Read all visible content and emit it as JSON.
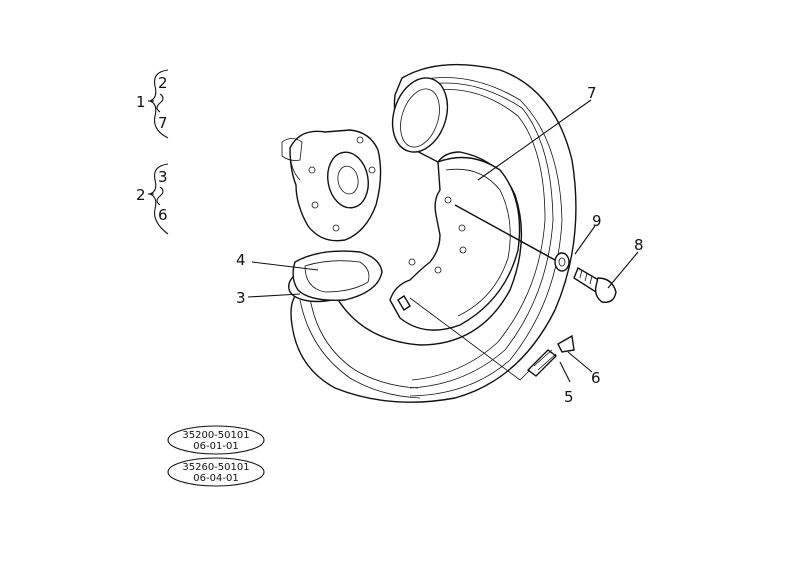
{
  "groups": [
    {
      "number": "1",
      "items": [
        "2",
        "7"
      ]
    },
    {
      "number": "2",
      "items": [
        "3",
        "6"
      ]
    }
  ],
  "callouts": {
    "c3": "3",
    "c4": "4",
    "c5": "5",
    "c6": "6",
    "c7": "7",
    "c8": "8",
    "c9": "9"
  },
  "part_codes": [
    {
      "code": "35200-50101",
      "sub": "06-01-01"
    },
    {
      "code": "35260-50101",
      "sub": "06-04-01"
    }
  ],
  "colors": {
    "line": "#111111",
    "background": "#ffffff"
  }
}
